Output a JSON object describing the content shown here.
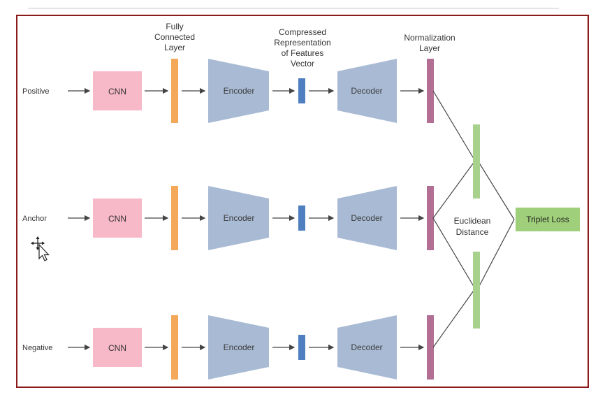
{
  "headers": {
    "fully_connected": [
      "Fully",
      "Connected",
      "Layer"
    ],
    "compressed": [
      "Compressed",
      "Representation",
      "of Features",
      "Vector"
    ],
    "normalization": [
      "Normalization",
      "Layer"
    ]
  },
  "rows": [
    {
      "id": "positive",
      "label": "Positive",
      "cnn": "CNN",
      "encoder": "Encoder",
      "decoder": "Decoder"
    },
    {
      "id": "anchor",
      "label": "Anchor",
      "cnn": "CNN",
      "encoder": "Encoder",
      "decoder": "Decoder"
    },
    {
      "id": "negative",
      "label": "Negative",
      "cnn": "CNN",
      "encoder": "Encoder",
      "decoder": "Decoder"
    }
  ],
  "distance": [
    "Euclidean",
    "Distance"
  ],
  "triplet_loss": "Triplet Loss",
  "colors": {
    "frame": "#8b1a1a",
    "cnn": "#f7b8c8",
    "fc": "#f4a85a",
    "trapezoid": "#a9bbd4",
    "vector": "#4f7fbf",
    "norm": "#b26f93",
    "distance_bar": "#a9d18e",
    "triplet": "#9fcf7a",
    "arrow": "#444444"
  },
  "icons": {
    "cursor": "move-cursor-icon"
  }
}
